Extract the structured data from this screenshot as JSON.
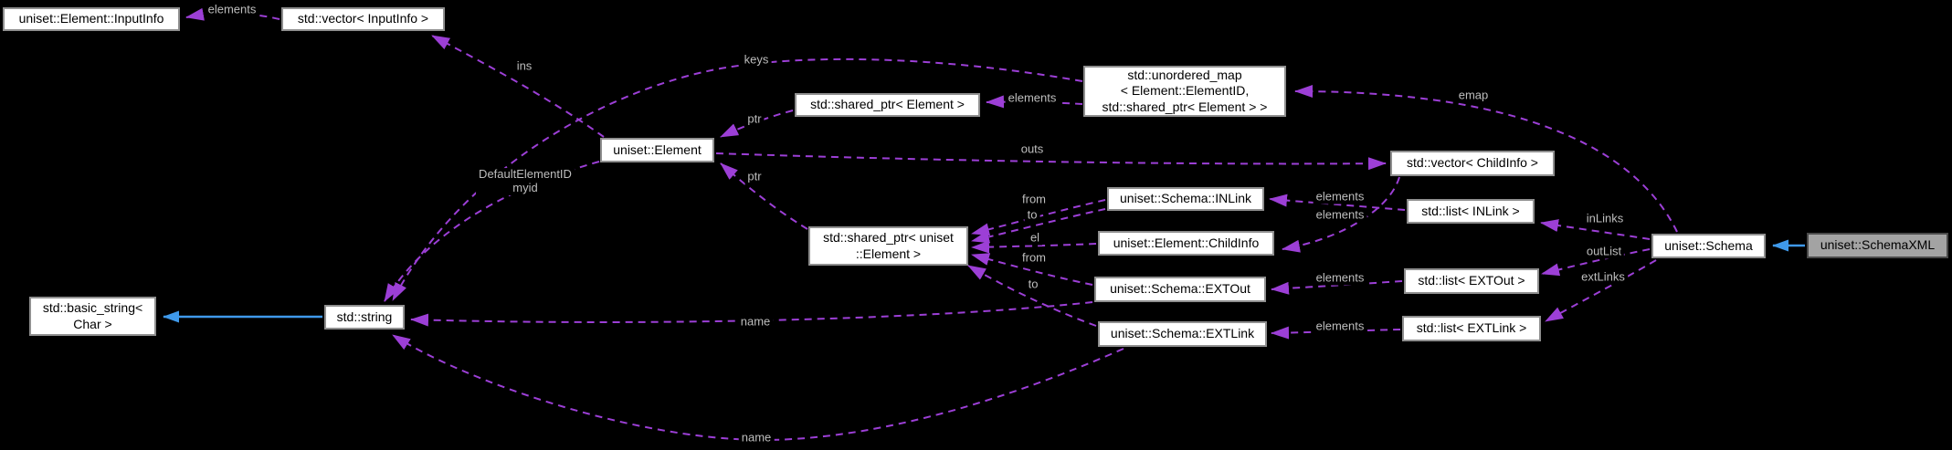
{
  "nodes": {
    "input_info": {
      "label": "uniset::Element::InputInfo"
    },
    "vector_inputinfo": {
      "label": "std::vector< InputInfo >"
    },
    "unordered_map": {
      "label": "std::unordered_map\n< Element::ElementID,\n std::shared_ptr< Element > >"
    },
    "shared_ptr_element": {
      "label": "std::shared_ptr< Element >"
    },
    "element": {
      "label": "uniset::Element"
    },
    "vector_childinfo": {
      "label": "std::vector< ChildInfo >"
    },
    "inlink": {
      "label": "uniset::Schema::INLink"
    },
    "list_inlink": {
      "label": "std::list< INLink >"
    },
    "shared_ptr_uniset_element": {
      "label": "std::shared_ptr< uniset\n::Element >"
    },
    "childinfo": {
      "label": "uniset::Element::ChildInfo"
    },
    "extout": {
      "label": "uniset::Schema::EXTOut"
    },
    "list_extout": {
      "label": "std::list< EXTOut >"
    },
    "extlink": {
      "label": "uniset::Schema::EXTLink"
    },
    "list_extlink": {
      "label": "std::list< EXTLink >"
    },
    "basic_string": {
      "label": "std::basic_string<\nChar >"
    },
    "string": {
      "label": "std::string"
    },
    "schema": {
      "label": "uniset::Schema"
    },
    "schemaxml": {
      "label": "uniset::SchemaXML"
    }
  },
  "edge_labels": {
    "elements_inputinfo": "elements",
    "ins": "ins",
    "keys": "keys",
    "elements_map": "elements",
    "ptr_shared": "ptr",
    "outs": "outs",
    "ptr_uniset": "ptr",
    "default_myid": "DefaultElementID\nmyid",
    "from_inlink": "from",
    "to_inlink": "to",
    "el": "el",
    "from_extout": "from",
    "to_extlink": "to",
    "elements_inlink": "elements",
    "elements_childinfo": "elements",
    "elements_extout": "elements",
    "elements_extlink": "elements",
    "emap": "emap",
    "inlinks": "inLinks",
    "outlist": "outList",
    "extlinks": "extLinks",
    "name_upper": "name",
    "name_lower": "name"
  },
  "colors": {
    "background": "#000000",
    "member_edge": "#9c3fd6",
    "inheritance_edge": "#3f99ea",
    "node_fill": "#ffffff",
    "node_border": "#8f8f8f",
    "highlight_fill": "#a3a3a3",
    "edge_label_text": "#bebebe"
  }
}
